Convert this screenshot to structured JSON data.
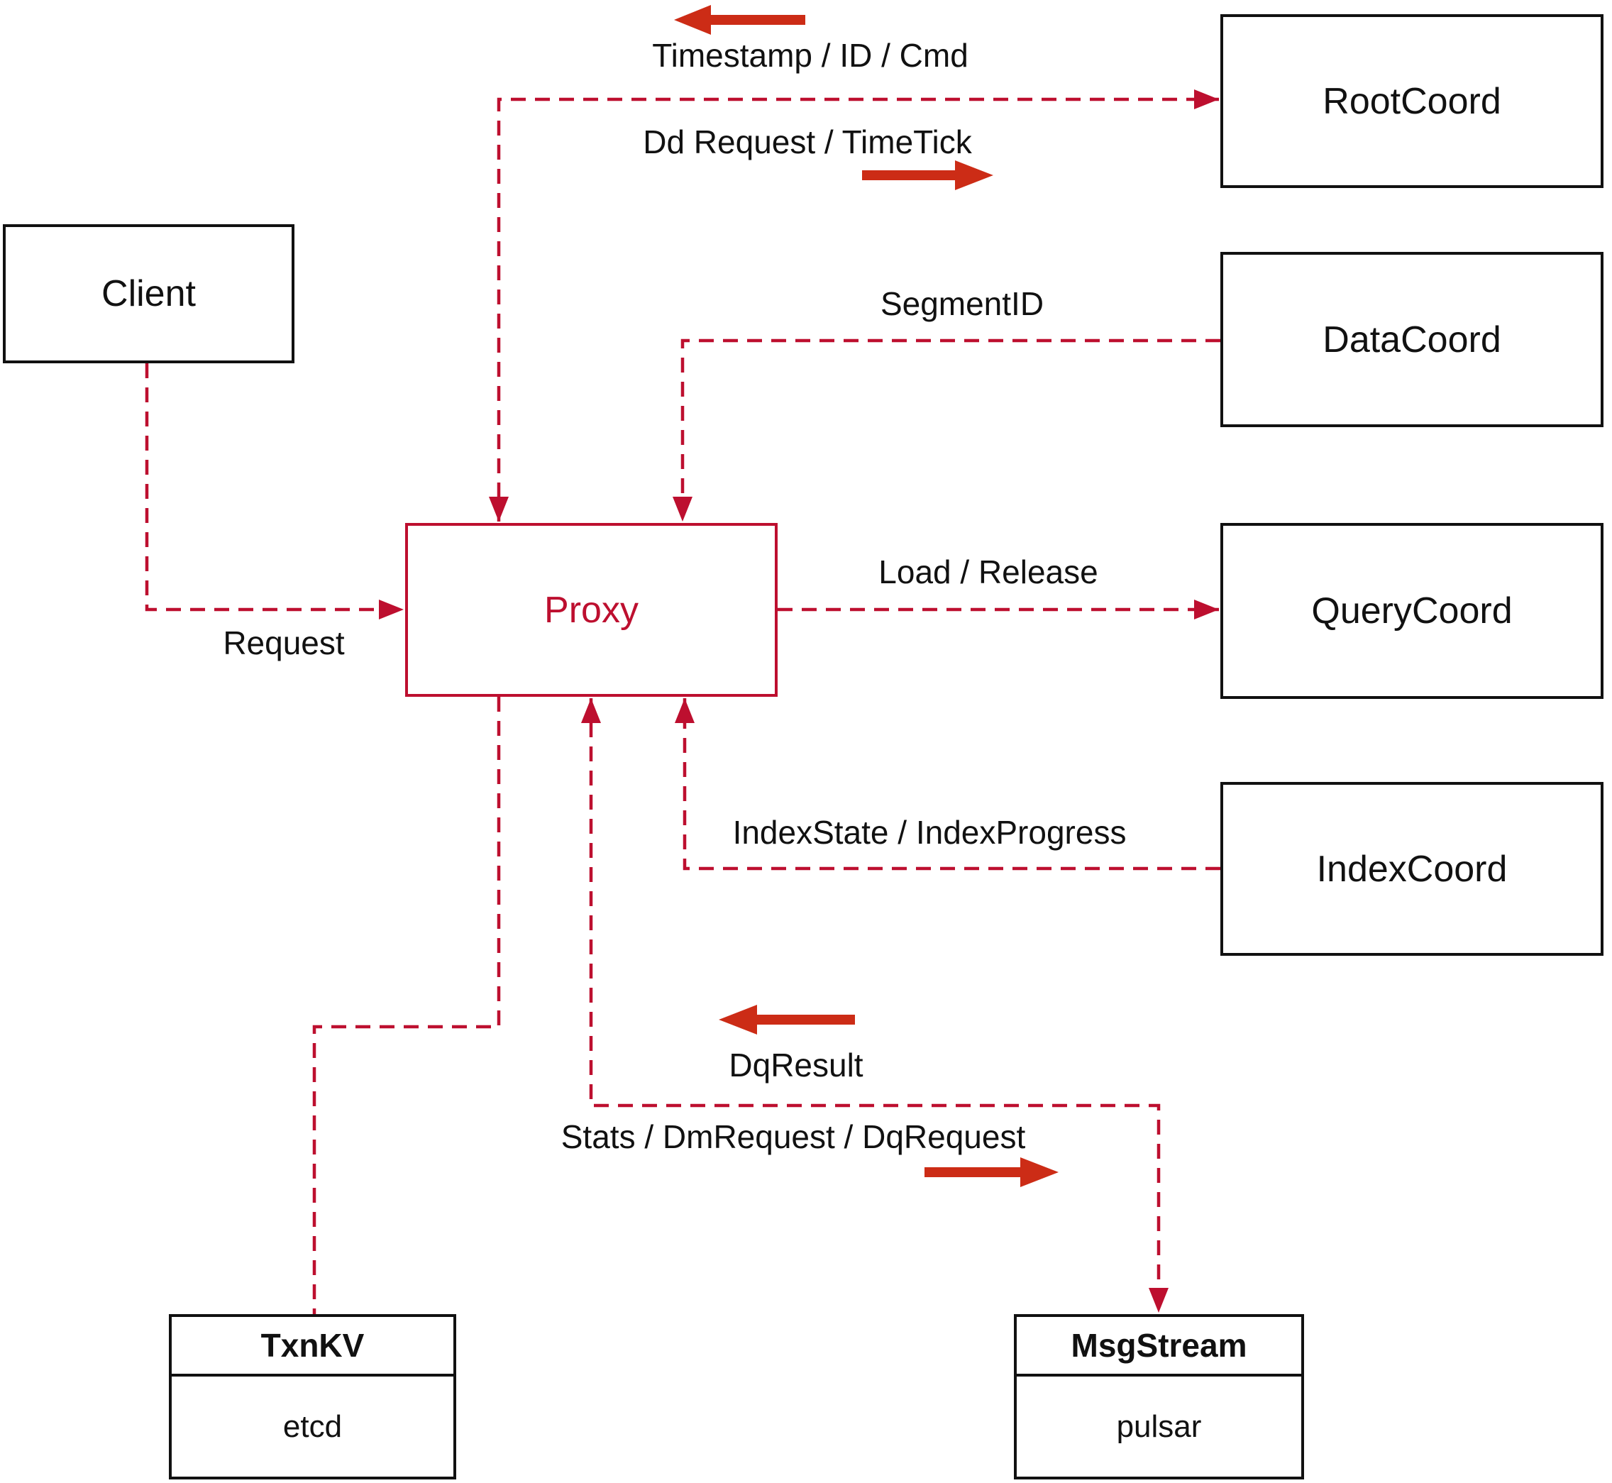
{
  "nodes": {
    "client": {
      "label": "Client"
    },
    "proxy": {
      "label": "Proxy"
    },
    "rootcoord": {
      "label": "RootCoord"
    },
    "datacoord": {
      "label": "DataCoord"
    },
    "querycoord": {
      "label": "QueryCoord"
    },
    "indexcoord": {
      "label": "IndexCoord"
    },
    "txnkv": {
      "title": "TxnKV",
      "subtitle": "etcd"
    },
    "msgstream": {
      "title": "MsgStream",
      "subtitle": "pulsar"
    }
  },
  "edge_labels": {
    "timestamp_id_cmd": "Timestamp / ID / Cmd",
    "dd_request_timetick": "Dd Request / TimeTick",
    "segment_id": "SegmentID",
    "load_release": "Load / Release",
    "index_state_progress": "IndexState / IndexProgress",
    "dq_result": "DqResult",
    "stats_dm_dq_request": "Stats / DmRequest / DqRequest",
    "request": "Request"
  },
  "colors": {
    "connector": "#bd0f2f",
    "arrow_glyph": "#cc2c16",
    "node_border": "#111111",
    "proxy_accent": "#bd0f2f",
    "text": "#111111",
    "background": "#ffffff"
  }
}
